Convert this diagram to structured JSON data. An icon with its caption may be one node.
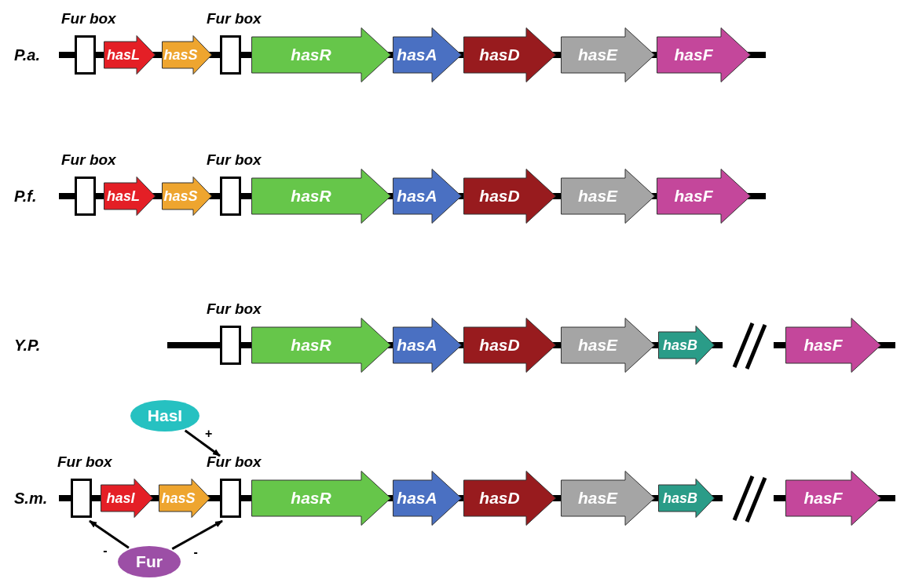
{
  "diagram": {
    "nodes": [
      {
        "text": [
          "Fur box"
        ]
      },
      {
        "text": [
          "hasL"
        ]
      },
      {
        "text": [
          "hasS"
        ]
      },
      {
        "text": [
          "Fur box"
        ]
      },
      {
        "text": [
          "hasR"
        ]
      },
      {
        "text": [
          "hasA"
        ]
      },
      {
        "text": [
          "hasD"
        ]
      },
      {
        "text": [
          "hasE"
        ]
      },
      {
        "text": [
          "hasF"
        ]
      },
      {
        "text": [
          "Fur box"
        ]
      },
      {
        "text": [
          "hasL"
        ]
      },
      {
        "text": [
          "hasS"
        ]
      },
      {
        "text": [
          "Fur box"
        ]
      },
      {
        "text": [
          "hasR"
        ]
      },
      {
        "text": [
          "hasA"
        ]
      },
      {
        "text": [
          "hasD"
        ]
      },
      {
        "text": [
          "hasE"
        ]
      },
      {
        "text": [
          "hasF"
        ]
      },
      {
        "text": [
          "Fur box"
        ]
      },
      {
        "text": [
          "hasR"
        ]
      },
      {
        "text": [
          "hasA"
        ]
      },
      {
        "text": [
          "hasD"
        ]
      },
      {
        "text": [
          "hasE"
        ]
      },
      {
        "text": [
          "hasB"
        ]
      },
      {
        "text": [
          "hasF"
        ]
      },
      {
        "text": [
          "HasI"
        ]
      },
      {
        "text": [
          "Fur box"
        ]
      },
      {
        "text": [
          "hasI"
        ]
      },
      {
        "text": [
          "hasS"
        ]
      },
      {
        "text": [
          "Fur box"
        ]
      },
      {
        "text": [
          "hasR"
        ]
      },
      {
        "text": [
          "hasA"
        ]
      },
      {
        "text": [
          "hasD"
        ]
      },
      {
        "text": [
          "hasE"
        ]
      },
      {
        "text": [
          "hasB"
        ]
      },
      {
        "text": [
          "hasF"
        ]
      },
      {
        "text": [
          "Fur"
        ]
      }
    ],
    "edges": [
      {
        "from": 25,
        "to": 29,
        "arrow": "to",
        "label": "+"
      },
      {
        "from": 36,
        "to": 26,
        "arrow": "to",
        "label": "-"
      },
      {
        "from": 36,
        "to": 29,
        "arrow": "to",
        "label": "-"
      }
    ],
    "labels": [
      "P.a.",
      "P.f.",
      "Y.P.",
      "S.m."
    ]
  }
}
